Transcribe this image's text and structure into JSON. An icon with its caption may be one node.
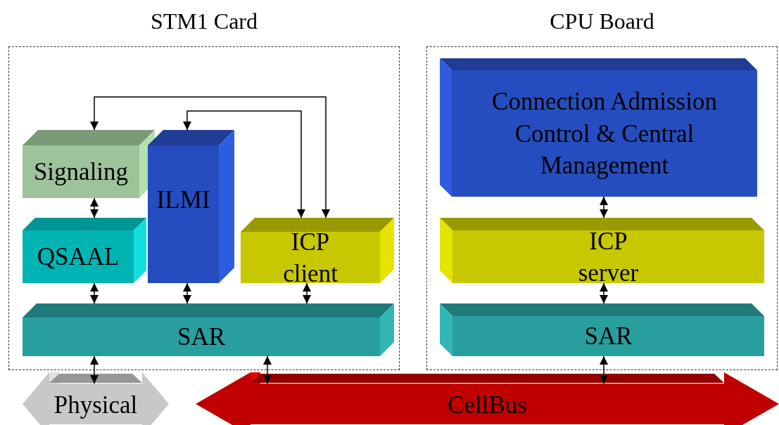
{
  "diagram": {
    "nodes": [
      {
        "text": [
          "STM1 Card"
        ]
      },
      {
        "text": [
          "Signaling"
        ],
        "in": 0
      },
      {
        "text": [
          "ILMI"
        ],
        "in": 0
      },
      {
        "text": [
          "QSAAL"
        ],
        "in": 0
      },
      {
        "text": [
          "ICP client"
        ],
        "in": 0
      },
      {
        "text": [
          "SAR"
        ],
        "in": 0
      },
      {
        "text": [
          "CPU Board"
        ]
      },
      {
        "text": [
          "Connection Admission Control & Central Management"
        ],
        "in": 6
      },
      {
        "text": [
          "ICP server"
        ],
        "in": 6
      },
      {
        "text": [
          "SAR"
        ],
        "in": 6
      },
      {
        "text": [
          "Physical"
        ]
      },
      {
        "text": [
          "CellBus"
        ]
      }
    ],
    "edges": [
      {
        "from": 1,
        "to": 4,
        "arrow": "both"
      },
      {
        "from": 2,
        "to": 4,
        "arrow": "both"
      },
      {
        "from": 1,
        "to": 3,
        "arrow": "both"
      },
      {
        "from": 3,
        "to": 5,
        "arrow": "both"
      },
      {
        "from": 2,
        "to": 5,
        "arrow": "both"
      },
      {
        "from": 4,
        "to": 5,
        "arrow": "both"
      },
      {
        "from": 7,
        "to": 8,
        "arrow": "both"
      },
      {
        "from": 8,
        "to": 9,
        "arrow": "both"
      },
      {
        "from": 5,
        "to": 10,
        "arrow": "both"
      },
      {
        "from": 5,
        "to": 11,
        "arrow": "both"
      },
      {
        "from": 9,
        "to": 11,
        "arrow": "both"
      }
    ]
  }
}
